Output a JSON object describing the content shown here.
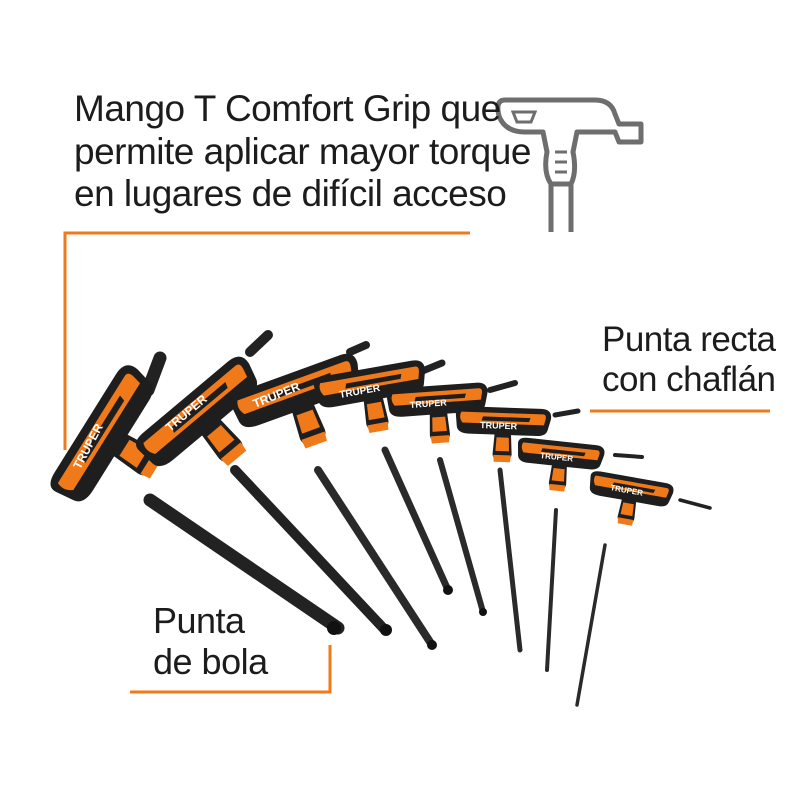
{
  "callouts": {
    "grip": {
      "line1": "Mango T Comfort Grip que",
      "line2": "permite aplicar mayor torque",
      "line3": "en lugares de difícil acceso"
    },
    "tip": {
      "line1": "Punta recta",
      "line2": "con chaflán"
    },
    "ball": {
      "line1": "Punta",
      "line2": "de bola"
    }
  },
  "brand": "TRUPER",
  "colors": {
    "accent": "#f07a1a",
    "handle_dark": "#1e1e1e",
    "shaft": "#2a2a2a",
    "icon_gray": "#6e6e6e"
  }
}
